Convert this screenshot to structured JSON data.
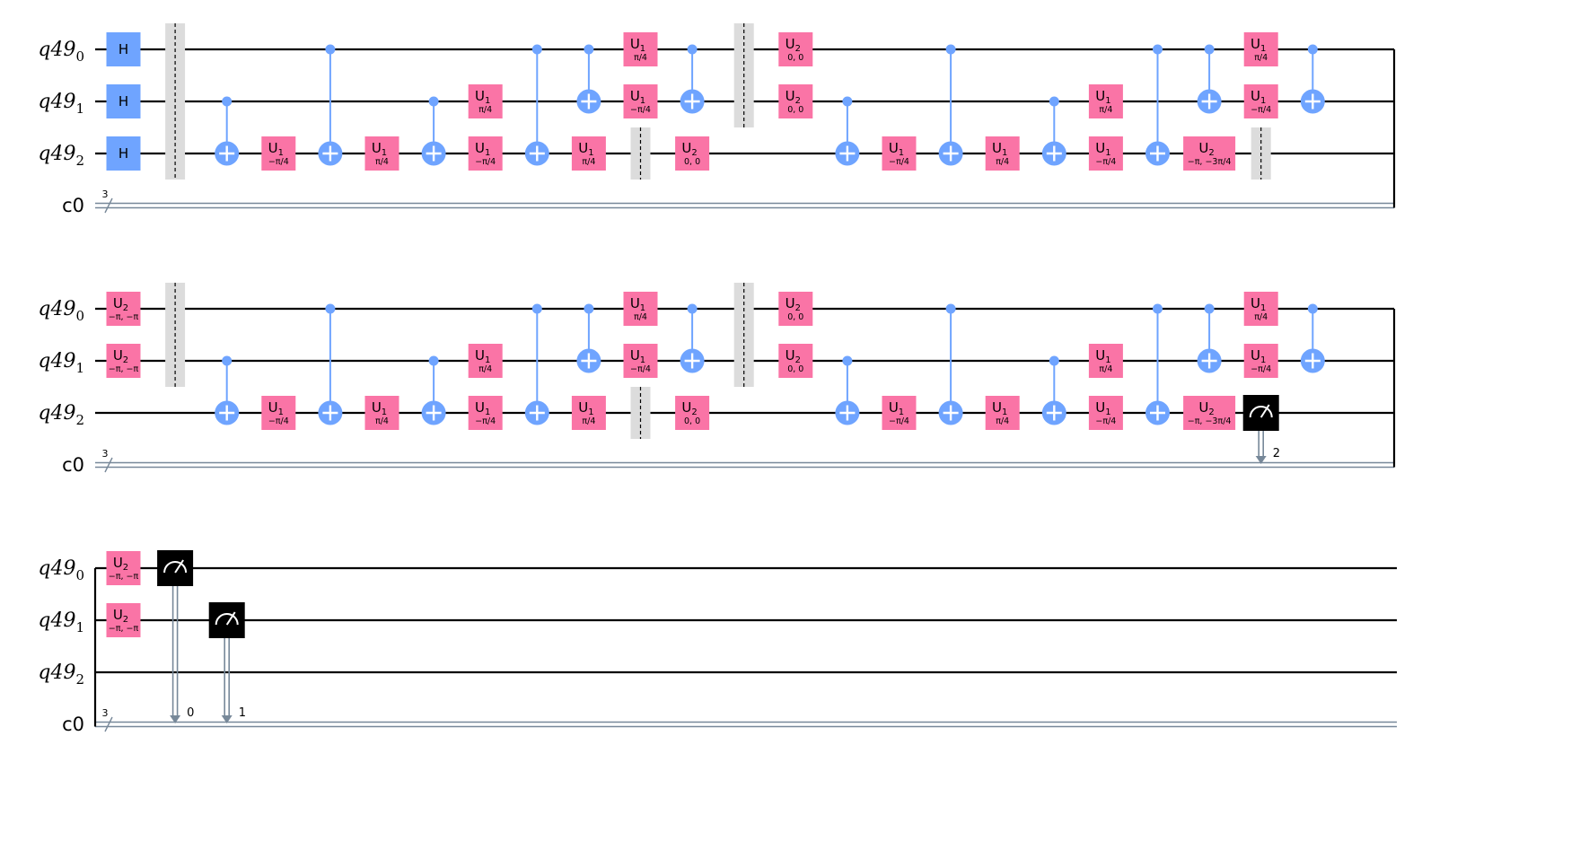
{
  "colors": {
    "h_gate": "#6fa4ff",
    "u_gate": "#fa74a6",
    "cnot": "#6fa4ff",
    "barrier": "#dcdcdc",
    "measure": "#000000",
    "classical_wire": "#778899",
    "wire": "#000000"
  },
  "qubit_register": "q49",
  "qubit_indices": [
    "0",
    "1",
    "2"
  ],
  "classical_register": "c0",
  "classical_size": "3",
  "gate_labels": {
    "h": "H",
    "u": "U",
    "u1_sub": "1",
    "u2_sub": "2"
  },
  "icons": {
    "measure": "meter-icon",
    "target": "cnot-target-icon"
  },
  "sections": [
    {
      "ops": [
        {
          "t": "h",
          "q": 0,
          "c": 1
        },
        {
          "t": "h",
          "q": 1,
          "c": 1
        },
        {
          "t": "h",
          "q": 2,
          "c": 1
        },
        {
          "t": "barrier",
          "qs": [
            0,
            2
          ],
          "c": 2
        },
        {
          "t": "cx",
          "ctrl": 1,
          "tgt": 2,
          "c": 3
        },
        {
          "t": "u1",
          "q": 2,
          "p": "−π/4",
          "c": 4
        },
        {
          "t": "cx",
          "ctrl": 0,
          "tgt": 2,
          "c": 5
        },
        {
          "t": "u1",
          "q": 2,
          "p": "π/4",
          "c": 6
        },
        {
          "t": "cx",
          "ctrl": 1,
          "tgt": 2,
          "c": 7
        },
        {
          "t": "u1",
          "q": 1,
          "p": "π/4",
          "c": 8
        },
        {
          "t": "u1",
          "q": 2,
          "p": "−π/4",
          "c": 8
        },
        {
          "t": "cx",
          "ctrl": 0,
          "tgt": 2,
          "c": 9
        },
        {
          "t": "cx",
          "ctrl": 0,
          "tgt": 1,
          "c": 10
        },
        {
          "t": "u1",
          "q": 2,
          "p": "π/4",
          "c": 10
        },
        {
          "t": "u1",
          "q": 0,
          "p": "π/4",
          "c": 11
        },
        {
          "t": "u1",
          "q": 1,
          "p": "−π/4",
          "c": 11
        },
        {
          "t": "barrier",
          "qs": [
            2,
            2
          ],
          "c": 11
        },
        {
          "t": "cx",
          "ctrl": 0,
          "tgt": 1,
          "c": 12
        },
        {
          "t": "u2",
          "q": 2,
          "p": "0, 0",
          "c": 12
        },
        {
          "t": "barrier",
          "qs": [
            0,
            1
          ],
          "c": 13
        },
        {
          "t": "u2",
          "q": 0,
          "p": "0, 0",
          "c": 14
        },
        {
          "t": "u2",
          "q": 1,
          "p": "0, 0",
          "c": 14
        },
        {
          "t": "cx",
          "ctrl": 1,
          "tgt": 2,
          "c": 15
        },
        {
          "t": "u1",
          "q": 2,
          "p": "−π/4",
          "c": 16
        },
        {
          "t": "cx",
          "ctrl": 0,
          "tgt": 2,
          "c": 17
        },
        {
          "t": "u1",
          "q": 2,
          "p": "π/4",
          "c": 18
        },
        {
          "t": "cx",
          "ctrl": 1,
          "tgt": 2,
          "c": 19
        },
        {
          "t": "u1",
          "q": 1,
          "p": "π/4",
          "c": 20
        },
        {
          "t": "u1",
          "q": 2,
          "p": "−π/4",
          "c": 20
        },
        {
          "t": "cx",
          "ctrl": 0,
          "tgt": 2,
          "c": 21
        },
        {
          "t": "cx",
          "ctrl": 0,
          "tgt": 1,
          "c": 22
        },
        {
          "t": "u2w",
          "q": 2,
          "p": "−π, −3π/4",
          "c": 22
        },
        {
          "t": "u1",
          "q": 0,
          "p": "π/4",
          "c": 23
        },
        {
          "t": "u1",
          "q": 1,
          "p": "−π/4",
          "c": 23
        },
        {
          "t": "barrier",
          "qs": [
            2,
            2
          ],
          "c": 23
        },
        {
          "t": "cx",
          "ctrl": 0,
          "tgt": 1,
          "c": 24
        }
      ]
    },
    {
      "ops": [
        {
          "t": "u2",
          "q": 0,
          "p": "−π, −π",
          "c": 1
        },
        {
          "t": "u2",
          "q": 1,
          "p": "−π, −π",
          "c": 1
        },
        {
          "t": "barrier",
          "qs": [
            0,
            1
          ],
          "c": 2
        },
        {
          "t": "cx",
          "ctrl": 1,
          "tgt": 2,
          "c": 3
        },
        {
          "t": "u1",
          "q": 2,
          "p": "−π/4",
          "c": 4
        },
        {
          "t": "cx",
          "ctrl": 0,
          "tgt": 2,
          "c": 5
        },
        {
          "t": "u1",
          "q": 2,
          "p": "π/4",
          "c": 6
        },
        {
          "t": "cx",
          "ctrl": 1,
          "tgt": 2,
          "c": 7
        },
        {
          "t": "u1",
          "q": 1,
          "p": "π/4",
          "c": 8
        },
        {
          "t": "u1",
          "q": 2,
          "p": "−π/4",
          "c": 8
        },
        {
          "t": "cx",
          "ctrl": 0,
          "tgt": 2,
          "c": 9
        },
        {
          "t": "cx",
          "ctrl": 0,
          "tgt": 1,
          "c": 10
        },
        {
          "t": "u1",
          "q": 2,
          "p": "π/4",
          "c": 10
        },
        {
          "t": "u1",
          "q": 0,
          "p": "π/4",
          "c": 11
        },
        {
          "t": "u1",
          "q": 1,
          "p": "−π/4",
          "c": 11
        },
        {
          "t": "barrier",
          "qs": [
            2,
            2
          ],
          "c": 11
        },
        {
          "t": "cx",
          "ctrl": 0,
          "tgt": 1,
          "c": 12
        },
        {
          "t": "u2",
          "q": 2,
          "p": "0, 0",
          "c": 12
        },
        {
          "t": "barrier",
          "qs": [
            0,
            1
          ],
          "c": 13
        },
        {
          "t": "u2",
          "q": 0,
          "p": "0, 0",
          "c": 14
        },
        {
          "t": "u2",
          "q": 1,
          "p": "0, 0",
          "c": 14
        },
        {
          "t": "cx",
          "ctrl": 1,
          "tgt": 2,
          "c": 15
        },
        {
          "t": "u1",
          "q": 2,
          "p": "−π/4",
          "c": 16
        },
        {
          "t": "cx",
          "ctrl": 0,
          "tgt": 2,
          "c": 17
        },
        {
          "t": "u1",
          "q": 2,
          "p": "π/4",
          "c": 18
        },
        {
          "t": "cx",
          "ctrl": 1,
          "tgt": 2,
          "c": 19
        },
        {
          "t": "u1",
          "q": 1,
          "p": "π/4",
          "c": 20
        },
        {
          "t": "u1",
          "q": 2,
          "p": "−π/4",
          "c": 20
        },
        {
          "t": "cx",
          "ctrl": 0,
          "tgt": 2,
          "c": 21
        },
        {
          "t": "cx",
          "ctrl": 0,
          "tgt": 1,
          "c": 22
        },
        {
          "t": "u2w",
          "q": 2,
          "p": "−π, −3π/4",
          "c": 22
        },
        {
          "t": "u1",
          "q": 0,
          "p": "π/4",
          "c": 23
        },
        {
          "t": "u1",
          "q": 1,
          "p": "−π/4",
          "c": 23
        },
        {
          "t": "measure",
          "q": 2,
          "bit": "2",
          "c": 23
        },
        {
          "t": "cx",
          "ctrl": 0,
          "tgt": 1,
          "c": 24
        }
      ]
    },
    {
      "ops": [
        {
          "t": "u2",
          "q": 0,
          "p": "−π, −π",
          "c": 1
        },
        {
          "t": "u2",
          "q": 1,
          "p": "−π, −π",
          "c": 1
        },
        {
          "t": "measure",
          "q": 0,
          "bit": "0",
          "c": 2
        },
        {
          "t": "measure",
          "q": 1,
          "bit": "1",
          "c": 3
        }
      ]
    }
  ]
}
